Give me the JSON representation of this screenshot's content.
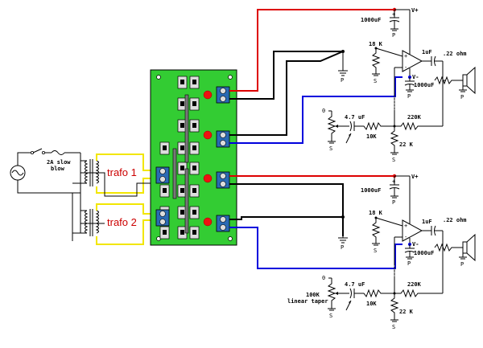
{
  "labels": {
    "fuse": "2A slow\nblow",
    "fuse_line1": "2A slow",
    "fuse_line2": "blow",
    "trafo1": "trafo 1",
    "trafo2": "trafo 2",
    "vplus": "V+",
    "vminus": "V-",
    "cap_1000": "1000uF",
    "cap_1u": "1uF",
    "cap_47": "4.7 uF",
    "res_18k": "18 K",
    "res_10k": "10K",
    "res_22k": "22 K",
    "res_220k": "220K",
    "res_022": ".22 ohm",
    "pot_100k": "100K",
    "pot_taper": "linear taper",
    "pot_top": "0",
    "gnd_p": "P",
    "gnd_s": "S",
    "plus": "+",
    "minus": "-"
  },
  "colors": {
    "board": "#33cc33",
    "red_wire": "#dd0000",
    "blue_wire": "#0000dd",
    "black_wire": "#000000",
    "yellow_wire": "#f2e600",
    "terminal": "#2a6ab4",
    "led": "#ee1111"
  }
}
